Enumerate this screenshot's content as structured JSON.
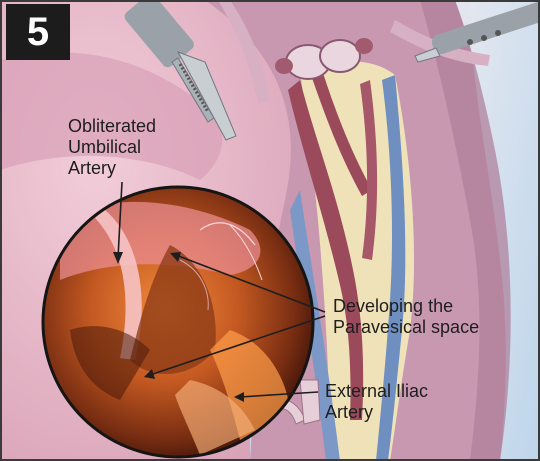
{
  "figure": {
    "step_number": "5",
    "labels": {
      "umbilical": [
        "Obliterated",
        "Umbilical",
        "Artery"
      ],
      "paravesical": [
        "Developing the",
        "Paravesical space"
      ],
      "iliac": [
        "External Iliac",
        "Artery"
      ]
    }
  },
  "colors": {
    "background_tissue": "#e6b8c8",
    "pelvic_wall": "#b98ca6",
    "vessel_red": "#9b4a5c",
    "vein_blue": "#6f8fc0",
    "fat_yellow": "#efe2b8",
    "sky_blue": "#cfe8f7",
    "instrument_gray": "#9aa1a8",
    "inset_orange": "#d4692a",
    "badge": "#1c1c1c"
  }
}
